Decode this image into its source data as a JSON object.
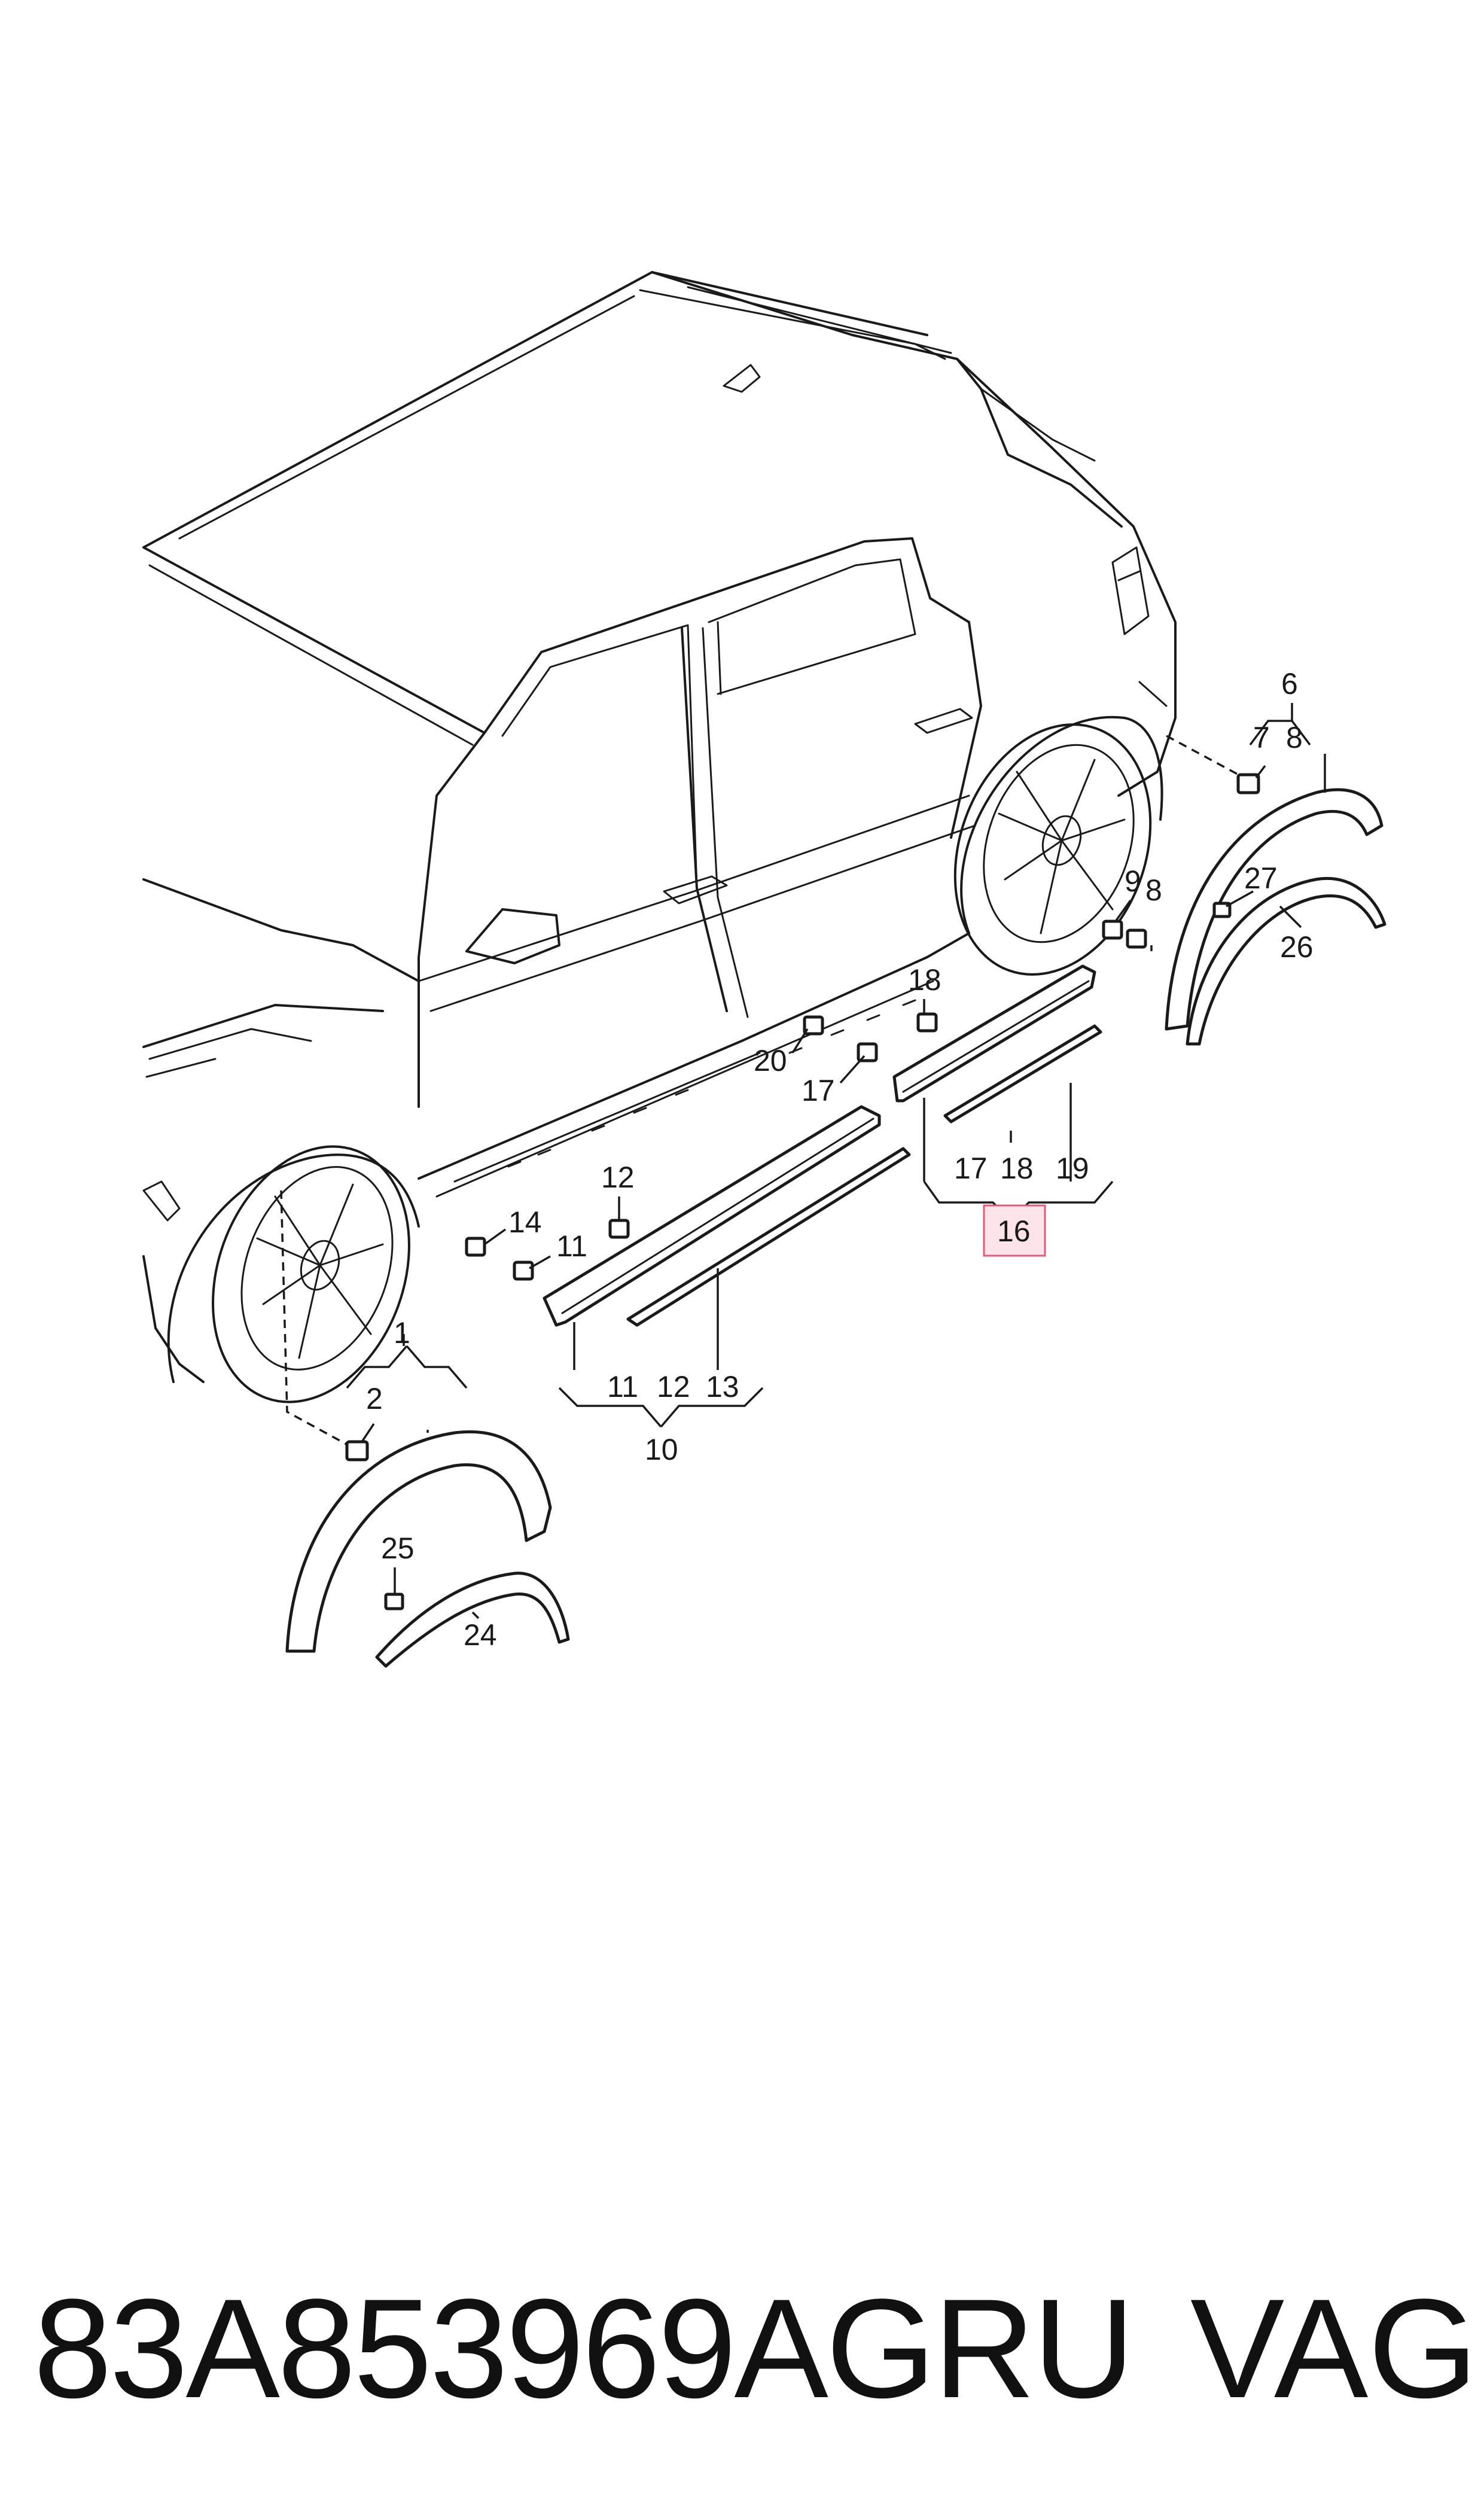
{
  "callouts": {
    "c1": "1",
    "c2": "2",
    "c6": "6",
    "c7": "7",
    "c8a": "8",
    "c8b": "8",
    "c9": "9",
    "c10": "10",
    "c11a": "11",
    "c11b": "11",
    "c12a": "12",
    "c12b": "12",
    "c13": "13",
    "c14": "14",
    "c16": "16",
    "c17a": "17",
    "c17b": "17",
    "c18a": "18",
    "c18b": "18",
    "c19": "19",
    "c20": "20",
    "c24": "24",
    "c25": "25",
    "c26": "26",
    "c27": "27"
  },
  "highlight": {
    "callout": "16",
    "fill": "#fde4ea",
    "stroke": "#e45a7a"
  },
  "footer": {
    "part_number": "83A853969AGRU",
    "brand": "VAG"
  }
}
